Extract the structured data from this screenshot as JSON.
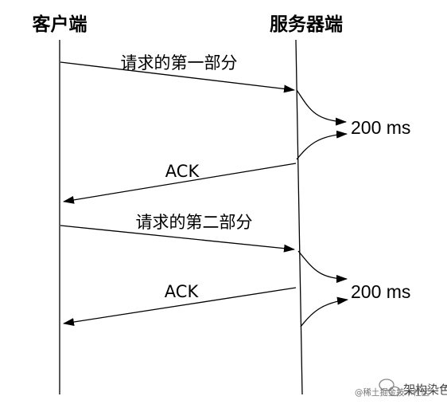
{
  "participants": {
    "client": "客户端",
    "server": "服务器端"
  },
  "messages": [
    {
      "label": "请求的第一部分",
      "direction": "client-to-server"
    },
    {
      "label": "ACK",
      "direction": "server-to-client"
    },
    {
      "label": "请求的第二部分",
      "direction": "client-to-server"
    },
    {
      "label": "ACK",
      "direction": "server-to-client"
    }
  ],
  "delays": [
    {
      "label": "200 ms"
    },
    {
      "label": "200 ms"
    }
  ],
  "watermark": {
    "prefix": "@稀土掘金技术社区",
    "name": "架构染色",
    "icon": "wechat-icon"
  }
}
